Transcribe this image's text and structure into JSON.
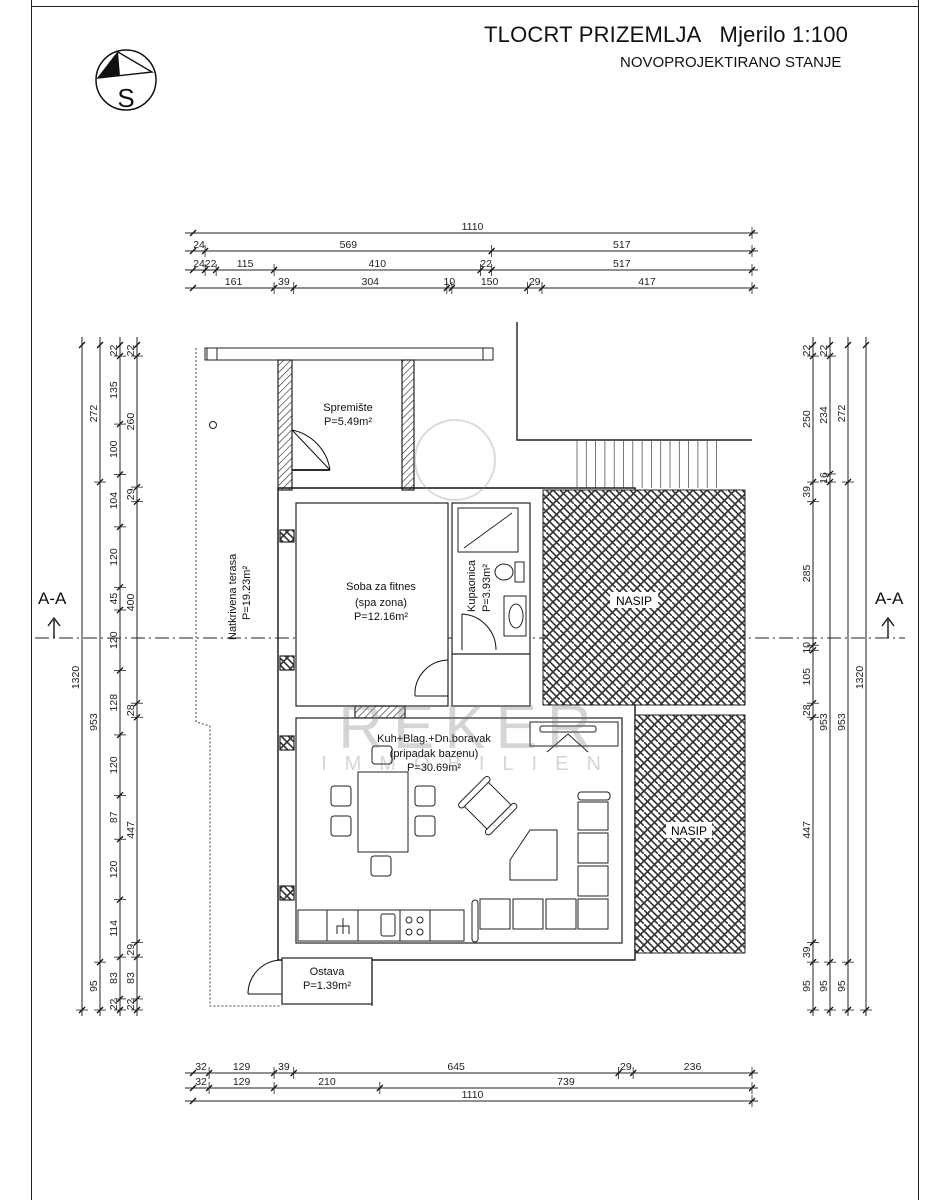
{
  "header": {
    "title": "TLOCRT PRIZEMLJA",
    "scale": "Mjerilo 1:100",
    "subtitle": "NOVOPROJEKTIRANO STANJE"
  },
  "north_arrow": {
    "label": "S"
  },
  "section": {
    "left_label": "A-A",
    "right_label": "A-A"
  },
  "rooms": [
    {
      "name": "Spremište",
      "area": "P=5.49m²"
    },
    {
      "name": "Soba za fitnes",
      "sub": "(spa zona)",
      "area": "P=12.16m²"
    },
    {
      "name": "Kupaonica",
      "area": "P=3.93m²"
    },
    {
      "name": "Natkrivena terasa",
      "area": "P=19.23m²"
    },
    {
      "name": "Kuh+Blag.+Dn.boravak",
      "sub": "(pripadak bazenu)",
      "area": "P=30.69m²"
    },
    {
      "name": "Ostava",
      "area": "P=1.39m²"
    }
  ],
  "fill_labels": [
    "NASIP",
    "NASIP"
  ],
  "watermark": {
    "line1": "REKER",
    "line2": "IMMOBILIEN"
  },
  "dimensions": {
    "top": [
      [
        1110
      ],
      [
        24,
        569,
        517
      ],
      [
        24,
        22,
        115,
        410,
        22,
        517
      ],
      [
        161,
        39,
        304,
        10,
        150,
        29,
        417
      ]
    ],
    "bottom": [
      [
        32,
        129,
        39,
        645,
        29,
        236
      ],
      [
        32,
        129,
        210,
        739
      ],
      [
        1110
      ]
    ],
    "left": [
      [
        1320
      ],
      [
        272,
        953,
        95
      ],
      [
        22,
        135,
        100,
        104,
        120,
        45,
        120,
        128,
        120,
        87,
        120,
        114,
        83,
        22
      ],
      [
        22,
        260,
        29,
        400,
        28,
        447,
        29,
        83,
        22
      ]
    ],
    "right": [
      [
        22,
        250,
        39,
        285,
        10,
        105,
        28,
        447,
        39,
        95
      ],
      [
        22,
        234,
        16,
        953,
        95
      ],
      [
        272,
        953,
        95
      ],
      [
        1320
      ]
    ]
  }
}
